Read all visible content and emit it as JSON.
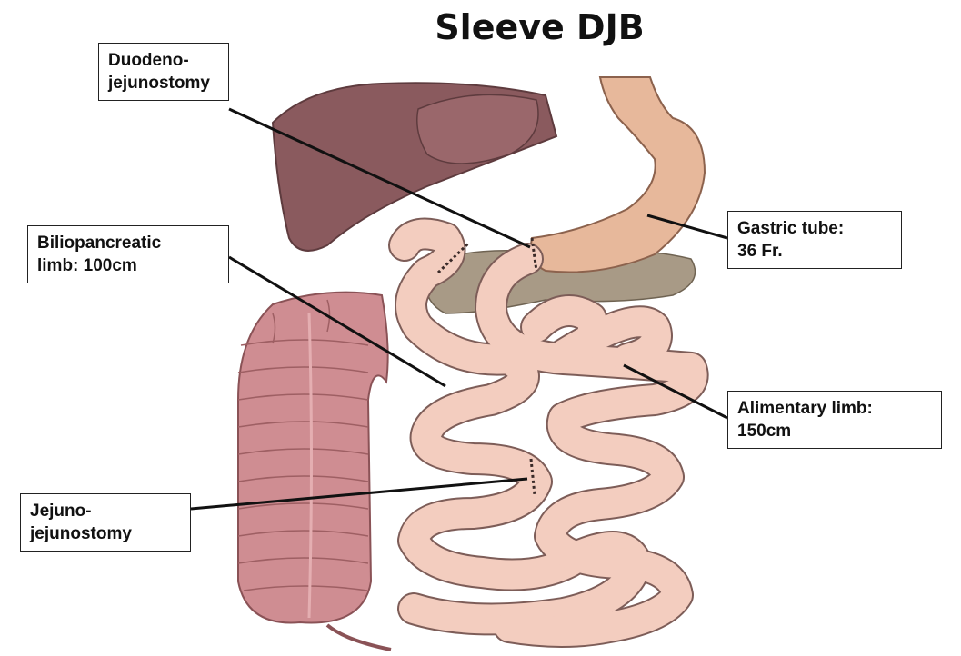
{
  "title": "Sleeve DJB",
  "labels": {
    "duodenojejunostomy": [
      "Duodeno-",
      "jejunostomy"
    ],
    "biliopancreatic_limb": [
      "Biliopancreatic",
      "limb: 100cm"
    ],
    "jejunojejunostomy": [
      "Jejuno-",
      "jejunostomy"
    ],
    "gastric_tube": [
      "Gastric tube:",
      "36 Fr."
    ],
    "alimentary_limb": [
      "Alimentary limb:",
      "150cm"
    ]
  },
  "colors": {
    "liver": "#8a5a5e",
    "stomach": "#e7b89b",
    "pancreas": "#a89a86",
    "small_bowel": "#f3cdbf",
    "colon": "#cf8d92",
    "outline": "#7d5d58"
  }
}
